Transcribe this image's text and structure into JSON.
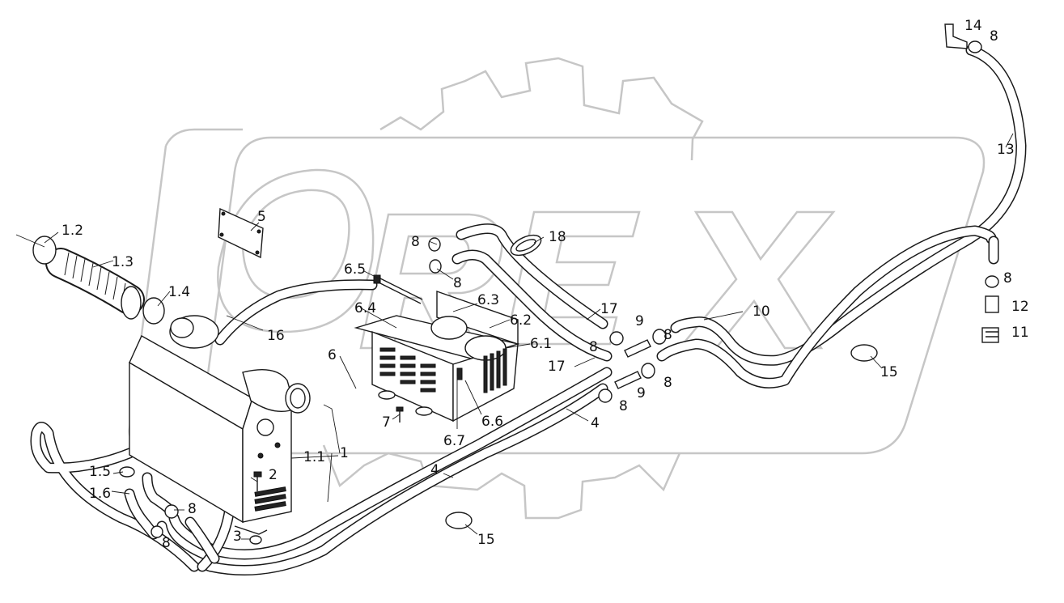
{
  "watermark": {
    "text": "OREX"
  },
  "diagram": {
    "callouts": [
      {
        "id": "c-1",
        "text": "1"
      },
      {
        "id": "c-1-1",
        "text": "1.1"
      },
      {
        "id": "c-1-2",
        "text": "1.2"
      },
      {
        "id": "c-1-3",
        "text": "1.3"
      },
      {
        "id": "c-1-4",
        "text": "1.4"
      },
      {
        "id": "c-1-5",
        "text": "1.5"
      },
      {
        "id": "c-1-6",
        "text": "1.6"
      },
      {
        "id": "c-2",
        "text": "2"
      },
      {
        "id": "c-3",
        "text": "3"
      },
      {
        "id": "c-4a",
        "text": "4"
      },
      {
        "id": "c-4b",
        "text": "4"
      },
      {
        "id": "c-5",
        "text": "5"
      },
      {
        "id": "c-6",
        "text": "6"
      },
      {
        "id": "c-6-1",
        "text": "6.1"
      },
      {
        "id": "c-6-2",
        "text": "6.2"
      },
      {
        "id": "c-6-3",
        "text": "6.3"
      },
      {
        "id": "c-6-4",
        "text": "6.4"
      },
      {
        "id": "c-6-5",
        "text": "6.5"
      },
      {
        "id": "c-6-6",
        "text": "6.6"
      },
      {
        "id": "c-6-7",
        "text": "6.7"
      },
      {
        "id": "c-7",
        "text": "7"
      },
      {
        "id": "c-8a",
        "text": "8"
      },
      {
        "id": "c-8b",
        "text": "8"
      },
      {
        "id": "c-8c",
        "text": "8"
      },
      {
        "id": "c-8d",
        "text": "8"
      },
      {
        "id": "c-8e",
        "text": "8"
      },
      {
        "id": "c-8f",
        "text": "8"
      },
      {
        "id": "c-8g",
        "text": "8"
      },
      {
        "id": "c-8h",
        "text": "8"
      },
      {
        "id": "c-8i",
        "text": "8"
      },
      {
        "id": "c-8j",
        "text": "8"
      },
      {
        "id": "c-9a",
        "text": "9"
      },
      {
        "id": "c-9b",
        "text": "9"
      },
      {
        "id": "c-10",
        "text": "10"
      },
      {
        "id": "c-11",
        "text": "11"
      },
      {
        "id": "c-12",
        "text": "12"
      },
      {
        "id": "c-13",
        "text": "13"
      },
      {
        "id": "c-14",
        "text": "14"
      },
      {
        "id": "c-15a",
        "text": "15"
      },
      {
        "id": "c-15b",
        "text": "15"
      },
      {
        "id": "c-16",
        "text": "16"
      },
      {
        "id": "c-17a",
        "text": "17"
      },
      {
        "id": "c-17b",
        "text": "17"
      },
      {
        "id": "c-18",
        "text": "18"
      }
    ]
  }
}
